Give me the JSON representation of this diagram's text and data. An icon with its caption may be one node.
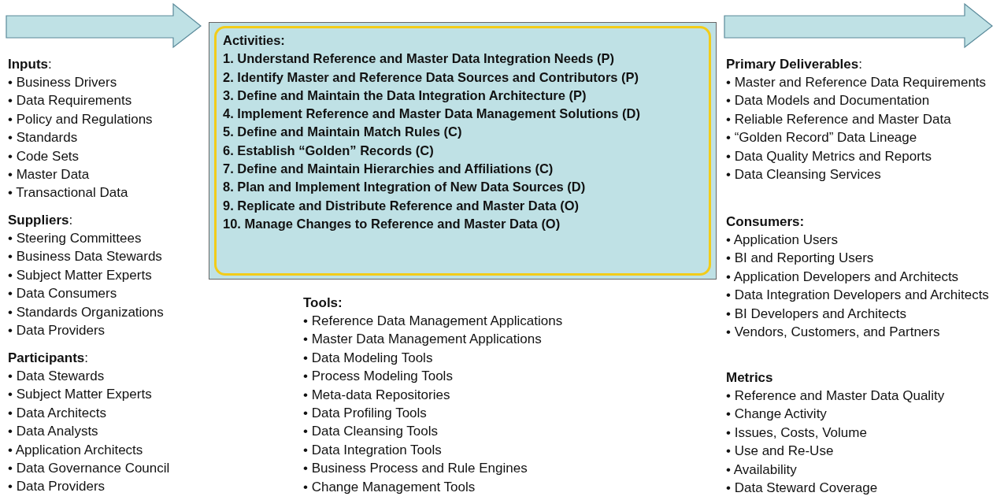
{
  "diagram": {
    "nodes": [
      {
        "text": [
          "Activities:",
          "1. Understand Reference and Master Data Integration Needs (P)",
          "2. Identify Master and Reference Data Sources and Contributors (P)",
          "3. Define and Maintain the Data Integration Architecture (P)",
          "4. Implement Reference and Master Data Management Solutions (D)",
          "5. Define and Maintain Match Rules (C)",
          "6. Establish “Golden” Records (C)",
          "7. Define and Maintain Hierarchies and Affiliations (C)",
          "8. Plan and Implement Integration of New Data Sources (D)",
          "9. Replicate and Distribute Reference and Master Data (O)",
          "10. Manage Changes to Reference and Master Data (O)"
        ]
      }
    ],
    "edges": [],
    "labels": [
      "**Inputs**:",
      "• Business Drivers",
      "• Data Requirements",
      "• Policy and Regulations",
      "• Standards",
      "• Code Sets",
      "• Master Data",
      "• Transactional Data",
      "**Suppliers**:",
      "• Steering Committees",
      "• Business Data Stewards",
      "• Subject Matter Experts",
      "• Data Consumers",
      "• Standards Organizations",
      "• Data Providers",
      "**Participants**:",
      "• Data Stewards",
      "• Subject Matter Experts",
      "• Data Architects",
      "• Data Analysts",
      "• Application Architects",
      "• Data Governance Council",
      "• Data Providers",
      "**Tools:**",
      "• Reference Data Management Applications",
      "• Master Data Management Applications",
      "• Data Modeling Tools",
      "• Process Modeling Tools",
      "• Meta-data Repositories",
      "• Data Profiling Tools",
      "• Data Cleansing Tools",
      "• Data Integration Tools",
      "• Business Process and Rule Engines",
      "• Change Management Tools",
      "**Primary Deliverables**:",
      "• Master and Reference Data Requirements",
      "• Data Models and Documentation",
      "• Reliable Reference and Master Data",
      "• “Golden Record” Data Lineage",
      "• Data Quality Metrics and Reports",
      "• Data Cleansing Services",
      "**Consumers:**",
      "• Application Users",
      "• BI and Reporting Users",
      "• Application Developers and Architects",
      "• Data Integration Developers and Architects",
      "• BI Developers and Architects",
      "• Vendors, Customers, and Partners",
      "**Metrics**",
      "• Reference and Master Data Quality",
      "• Change Activity",
      "• Issues, Costs, Volume",
      "• Use and Re-Use",
      "• Availability",
      "• Data Steward Coverage"
    ]
  }
}
